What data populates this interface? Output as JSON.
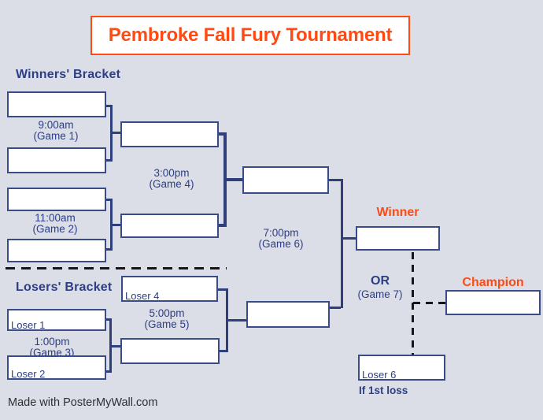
{
  "title": "Pembroke Fall Fury Tournament",
  "colors": {
    "accent_orange": "#FF4A14",
    "navy_text": "#2D3E85",
    "box_border_navy": "#3A4C87",
    "connector_navy": "#2E3F7B",
    "background": "#DBDEE6",
    "box_fill": "#FFFFFF",
    "dashed_black": "#161616"
  },
  "winners": {
    "heading": "Winners' Bracket",
    "game1": {
      "time": "9:00am",
      "label": "(Game 1)"
    },
    "game2": {
      "time": "11:00am",
      "label": "(Game 2)"
    },
    "game4": {
      "time": "3:00pm",
      "label": "(Game 4)"
    },
    "game6": {
      "time": "7:00pm",
      "label": "(Game 6)"
    }
  },
  "losers": {
    "heading": "Losers' Bracket",
    "game3": {
      "time": "1:00pm",
      "label": "(Game 3)"
    },
    "game5": {
      "time": "5:00pm",
      "label": "(Game 5)"
    },
    "slots": {
      "loser1": "Loser 1",
      "loser2": "Loser 2",
      "loser4": "Loser 4",
      "loser6": "Loser 6"
    },
    "note": "If 1st loss"
  },
  "finals": {
    "winner": "Winner",
    "or": "OR",
    "game7": "(Game 7)",
    "champion": "Champion"
  },
  "footer": "Made with PosterMyWall.com"
}
